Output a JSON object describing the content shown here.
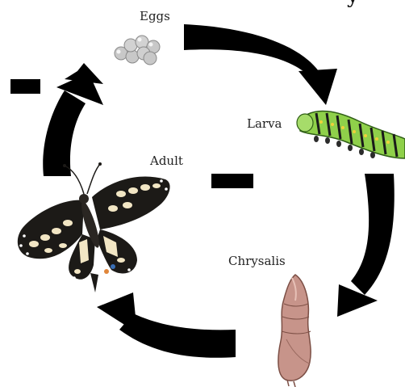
{
  "diagram": {
    "title_fragment": "y",
    "stages": {
      "eggs": "Eggs",
      "larva": "Larva",
      "chrysalis": "Chrysalis",
      "adult": "Adult"
    },
    "colors": {
      "arrow": "#000000",
      "egg": "#c8c8c8",
      "larva_body": "#8fd04a",
      "chrysalis": "#c7948a",
      "butterfly_dark": "#1c1a17",
      "butterfly_light": "#f2e6c4"
    }
  }
}
